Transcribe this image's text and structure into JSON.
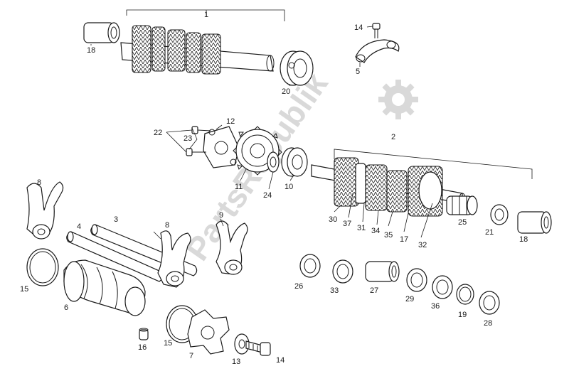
{
  "diagram": {
    "watermark_text": "PartsRepublik",
    "colors": {
      "stroke": "#1a1a1a",
      "watermark": "#d9d9d9",
      "background": "#ffffff"
    },
    "callouts": [
      {
        "id": "c1",
        "label": "1"
      },
      {
        "id": "c18a",
        "label": "18"
      },
      {
        "id": "c20",
        "label": "20"
      },
      {
        "id": "c14a",
        "label": "14"
      },
      {
        "id": "c5",
        "label": "5"
      },
      {
        "id": "c12",
        "label": "12"
      },
      {
        "id": "c22",
        "label": "22"
      },
      {
        "id": "c23",
        "label": "23"
      },
      {
        "id": "c2",
        "label": "2"
      },
      {
        "id": "c11",
        "label": "11"
      },
      {
        "id": "c24",
        "label": "24"
      },
      {
        "id": "c10",
        "label": "10"
      },
      {
        "id": "c8a",
        "label": "8"
      },
      {
        "id": "c3",
        "label": "3"
      },
      {
        "id": "c4",
        "label": "4"
      },
      {
        "id": "c8b",
        "label": "8"
      },
      {
        "id": "c9",
        "label": "9"
      },
      {
        "id": "c30",
        "label": "30"
      },
      {
        "id": "c37",
        "label": "37"
      },
      {
        "id": "c31",
        "label": "31"
      },
      {
        "id": "c34",
        "label": "34"
      },
      {
        "id": "c35",
        "label": "35"
      },
      {
        "id": "c17",
        "label": "17"
      },
      {
        "id": "c32",
        "label": "32"
      },
      {
        "id": "c25",
        "label": "25"
      },
      {
        "id": "c21",
        "label": "21"
      },
      {
        "id": "c18b",
        "label": "18"
      },
      {
        "id": "c15a",
        "label": "15"
      },
      {
        "id": "c6",
        "label": "6"
      },
      {
        "id": "c26",
        "label": "26"
      },
      {
        "id": "c33",
        "label": "33"
      },
      {
        "id": "c27",
        "label": "27"
      },
      {
        "id": "c29",
        "label": "29"
      },
      {
        "id": "c36",
        "label": "36"
      },
      {
        "id": "c19",
        "label": "19"
      },
      {
        "id": "c28",
        "label": "28"
      },
      {
        "id": "c16",
        "label": "16"
      },
      {
        "id": "c15b",
        "label": "15"
      },
      {
        "id": "c7",
        "label": "7"
      },
      {
        "id": "c13",
        "label": "13"
      },
      {
        "id": "c14b",
        "label": "14"
      }
    ]
  }
}
